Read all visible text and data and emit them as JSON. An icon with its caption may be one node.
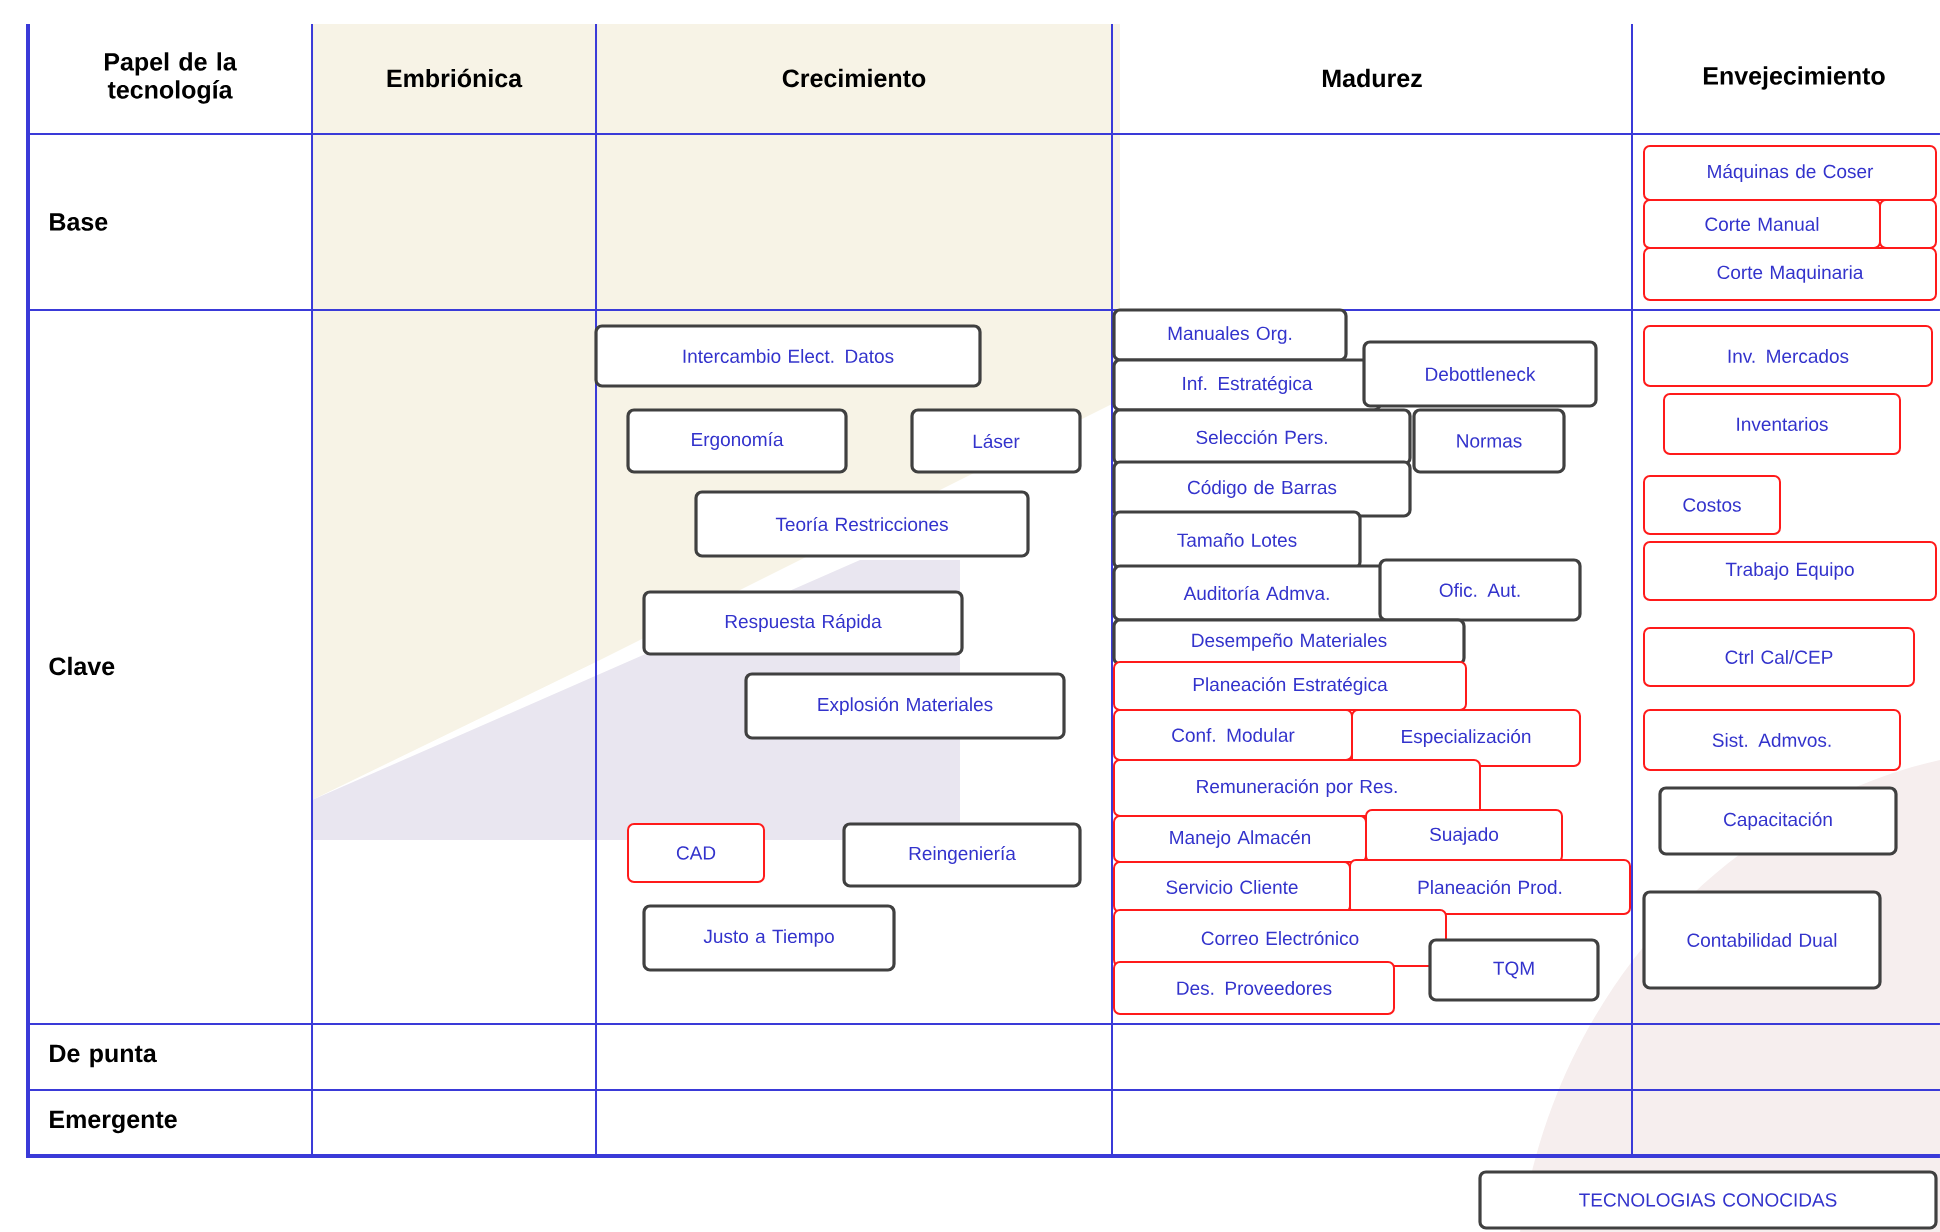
{
  "diagram": {
    "nodes": [
      {
        "text": [
          "Intercambio Elect. Datos"
        ]
      },
      {
        "text": [
          "Ergonomía"
        ]
      },
      {
        "text": [
          "Láser"
        ]
      },
      {
        "text": [
          "Teoría Restricciones"
        ]
      },
      {
        "text": [
          "Respuesta Rápida"
        ]
      },
      {
        "text": [
          "Explosión Materiales"
        ]
      },
      {
        "text": [
          "CAD"
        ]
      },
      {
        "text": [
          "Reingeniería"
        ]
      },
      {
        "text": [
          "Justo a Tiempo"
        ]
      },
      {
        "text": [
          "Manuales Org."
        ]
      },
      {
        "text": [
          "Inf. Estratégica"
        ]
      },
      {
        "text": [
          "Debottleneck"
        ]
      },
      {
        "text": [
          "Selección Pers."
        ]
      },
      {
        "text": [
          "Normas"
        ]
      },
      {
        "text": [
          "Código de Barras"
        ]
      },
      {
        "text": [
          "Tamaño Lotes"
        ]
      },
      {
        "text": [
          "Auditoría Admva."
        ]
      },
      {
        "text": [
          "Ofic. Aut."
        ]
      },
      {
        "text": [
          "Desempeño Materiales"
        ]
      },
      {
        "text": [
          "Planeación Estratégica"
        ]
      },
      {
        "text": [
          "Conf. Modular"
        ]
      },
      {
        "text": [
          "Especialización"
        ]
      },
      {
        "text": [
          "Remuneración por Res."
        ]
      },
      {
        "text": [
          "Manejo Almacén"
        ]
      },
      {
        "text": [
          "Suajado"
        ]
      },
      {
        "text": [
          "Servicio Cliente"
        ]
      },
      {
        "text": [
          "Planeación Prod."
        ]
      },
      {
        "text": [
          "Correo Electrónico"
        ]
      },
      {
        "text": [
          "TQM"
        ]
      },
      {
        "text": [
          "Des. Proveedores"
        ]
      },
      {
        "text": [
          "Máquinas de Coser"
        ]
      },
      {
        "text": [
          "Corte Manual"
        ]
      },
      {
        "text": [],
        "shape": "box"
      },
      {
        "text": [
          "Corte Maquinaria"
        ]
      },
      {
        "text": [
          "Inv. Mercados"
        ]
      },
      {
        "text": [
          "Inventarios"
        ]
      },
      {
        "text": [
          "Costos"
        ]
      },
      {
        "text": [
          "Trabajo Equipo"
        ]
      },
      {
        "text": [
          "Ctrl Cal/CEP"
        ]
      },
      {
        "text": [
          "Sist. Admvos."
        ]
      },
      {
        "text": [
          "Capacitación"
        ]
      },
      {
        "text": [
          "Contabilidad Dual"
        ]
      },
      {
        "text": [
          "TECNOLOGIAS CONOCIDAS"
        ]
      }
    ],
    "labels": [
      "Papel de la tecnología",
      "Embriónica",
      "Crecimiento",
      "Madurez",
      "Envejecimiento",
      "Base",
      "Clave",
      "De punta",
      "Emergente"
    ]
  }
}
